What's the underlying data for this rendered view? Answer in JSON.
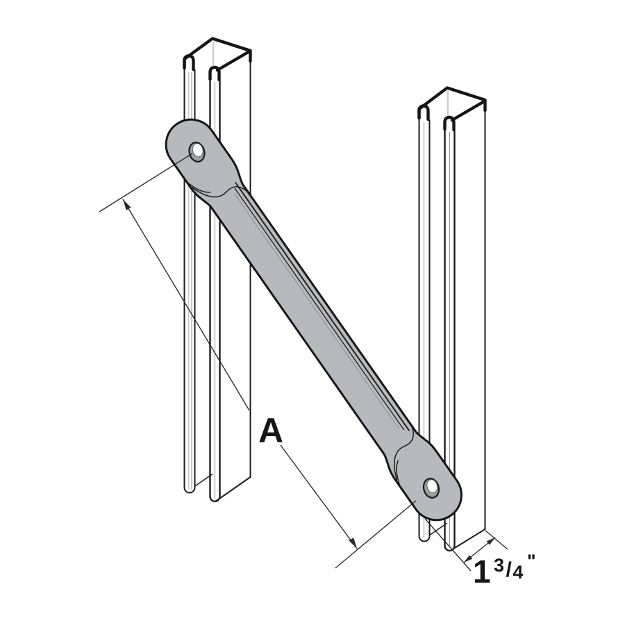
{
  "figure": {
    "type": "technical-line-drawing",
    "dimensions": {
      "a": {
        "label": "A"
      },
      "width": {
        "whole": "1",
        "numerator": "3",
        "slash": "/",
        "denominator": "4",
        "unit": "\""
      }
    },
    "colors": {
      "background": "#ffffff",
      "line": "#1c1c1c",
      "thin_line": "#8d9296",
      "brace_fill": "#b6b9bd",
      "hole_ring": "#9aa0a5",
      "dimension_line": "#2c2c2c"
    }
  }
}
